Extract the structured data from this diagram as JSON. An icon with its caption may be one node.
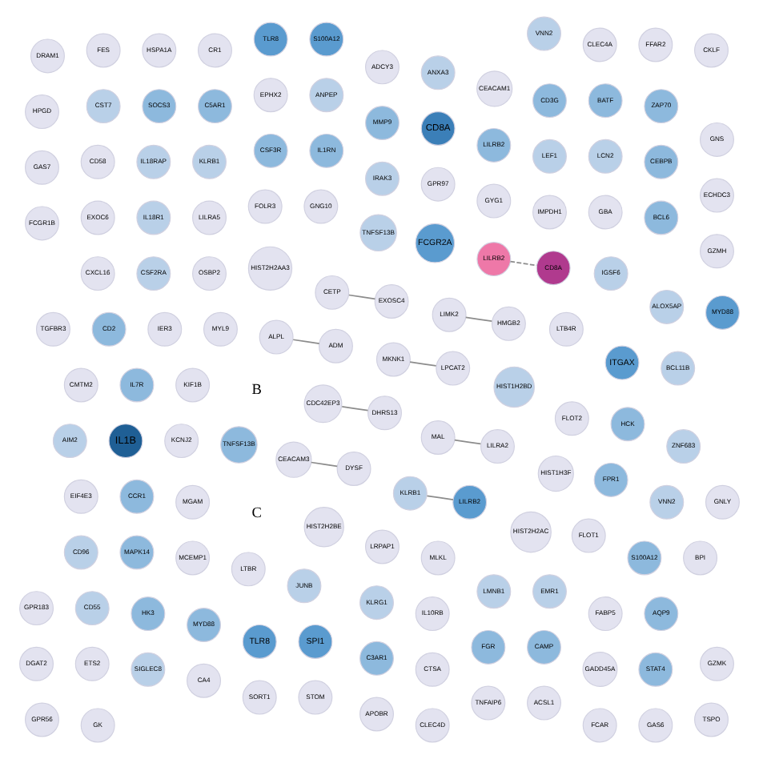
{
  "diagram": {
    "nodes": [
      {
        "text": [
          "MYL9"
        ]
      },
      {
        "text": [
          "MKNK1"
        ]
      },
      {
        "text": [
          "MAL"
        ]
      },
      {
        "text": [
          "LPCAT2"
        ]
      },
      {
        "text": [
          "LRPAP1"
        ]
      },
      {
        "text": [
          "LILRA2"
        ]
      },
      {
        "text": [
          "LIMK2"
        ]
      },
      {
        "text": [
          "HMGB2"
        ]
      },
      {
        "text": [
          "LILRA5"
        ]
      },
      {
        "text": [
          "OSBP2"
        ]
      },
      {
        "text": [
          "MLKL"
        ]
      },
      {
        "text": [
          "IMPDH1"
        ]
      },
      {
        "text": [
          "HIST1H3F"
        ]
      },
      {
        "text": [
          "GNG10"
        ]
      },
      {
        "text": [
          "FOLR3"
        ]
      },
      {
        "text": [
          "GYG1"
        ]
      },
      {
        "text": [
          "KIF1B"
        ]
      },
      {
        "text": [
          "MGAM"
        ]
      },
      {
        "text": [
          "MCEMP1"
        ]
      },
      {
        "text": [
          "LTBR"
        ]
      },
      {
        "text": [
          "LTB4R"
        ]
      },
      {
        "text": [
          "FLOT2"
        ]
      },
      {
        "text": [
          "KCNJ2"
        ]
      },
      {
        "text": [
          "GPR97"
        ]
      },
      {
        "text": [
          "JUNB"
        ]
      },
      {
        "text": [
          "HIST1H2BD"
        ]
      },
      {
        "text": [
          "LMNB1"
        ]
      },
      {
        "text": [
          "EMR1"
        ]
      },
      {
        "text": [
          "IRAK3"
        ]
      },
      {
        "text": [
          "FLOT1"
        ]
      },
      {
        "text": [
          "IER3"
        ]
      },
      {
        "text": [
          "KLRG1"
        ]
      },
      {
        "text": [
          "KLRB1"
        ]
      },
      {
        "text": [
          "IL18RAP"
        ]
      },
      {
        "text": [
          "IL18R1"
        ]
      },
      {
        "text": [
          "CSF2RA"
        ]
      },
      {
        "text": [
          "IL10RB"
        ]
      },
      {
        "text": [
          "FABP5"
        ]
      },
      {
        "text": [
          "GBA"
        ]
      },
      {
        "text": [
          "LCN2"
        ]
      },
      {
        "text": [
          "LEF1"
        ]
      },
      {
        "text": [
          "HK3"
        ]
      },
      {
        "text": [
          "FPR1"
        ]
      },
      {
        "text": [
          "IGSF6"
        ]
      },
      {
        "text": [
          "IL1RN"
        ]
      },
      {
        "text": [
          "CSF3R"
        ]
      },
      {
        "text": [
          "LILRB2"
        ]
      },
      {
        "text": [
          "IL7R"
        ]
      },
      {
        "text": [
          "CCR1"
        ]
      },
      {
        "text": [
          "MAPK14"
        ]
      },
      {
        "text": [
          "MYD88"
        ]
      },
      {
        "text": [
          "FCGR2A"
        ]
      },
      {
        "text": [
          "ITGAX"
        ]
      },
      {
        "text": [
          "HCK"
        ]
      },
      {
        "text": [
          "IL1B"
        ]
      },
      {
        "text": [
          "CD8A"
        ]
      },
      {
        "text": [
          "TLR8"
        ]
      },
      {
        "text": [
          "SPI1"
        ]
      },
      {
        "text": [
          "FGR"
        ]
      },
      {
        "text": [
          "CAMP"
        ]
      },
      {
        "text": [
          "MMP9"
        ]
      },
      {
        "text": [
          "S100A12"
        ]
      },
      {
        "text": [
          "CD2"
        ]
      },
      {
        "text": [
          "C3AR1"
        ]
      },
      {
        "text": [
          "C5AR1"
        ]
      },
      {
        "text": [
          "SOCS3"
        ]
      },
      {
        "text": [
          "CST7"
        ]
      },
      {
        "text": [
          "CD58"
        ]
      },
      {
        "text": [
          "EXOC6"
        ]
      },
      {
        "text": [
          "CXCL16"
        ]
      },
      {
        "text": [
          "CTSA"
        ]
      },
      {
        "text": [
          "GADD45A"
        ]
      },
      {
        "text": [
          "STAT4"
        ]
      },
      {
        "text": [
          "AQP9"
        ]
      },
      {
        "text": [
          "BCL6"
        ]
      },
      {
        "text": [
          "CEBPB"
        ]
      },
      {
        "text": [
          "TNFSF13B"
        ]
      },
      {
        "text": [
          "ZAP70"
        ]
      },
      {
        "text": [
          "BATF"
        ]
      },
      {
        "text": [
          "CD3G"
        ]
      },
      {
        "text": [
          "CD55"
        ]
      },
      {
        "text": [
          "ETS2"
        ]
      },
      {
        "text": [
          "CETP"
        ]
      },
      {
        "text": [
          "EXOSC4"
        ]
      },
      {
        "text": [
          "SIGLEC8"
        ]
      },
      {
        "text": [
          "VNN2"
        ]
      },
      {
        "text": [
          "ALOX5AP"
        ]
      },
      {
        "text": [
          "ANPEP"
        ]
      },
      {
        "text": [
          "EPHX2"
        ]
      },
      {
        "text": [
          "CEACAM1"
        ]
      },
      {
        "text": [
          "CMTM2"
        ]
      },
      {
        "text": [
          "EIF4E3"
        ]
      },
      {
        "text": [
          "CD96"
        ]
      },
      {
        "text": [
          "CA4"
        ]
      },
      {
        "text": [
          "BCL11B"
        ]
      },
      {
        "text": [
          "ZNF683"
        ]
      },
      {
        "text": [
          "AIM2"
        ]
      },
      {
        "text": [
          "ANXA3"
        ]
      },
      {
        "text": [
          "SORT1"
        ]
      },
      {
        "text": [
          "STOM"
        ]
      },
      {
        "text": [
          "TNFAIP6"
        ]
      },
      {
        "text": [
          "ACSL1"
        ]
      },
      {
        "text": [
          "ADCY3"
        ]
      },
      {
        "text": [
          "BPI"
        ]
      },
      {
        "text": [
          "CEACAM3"
        ]
      },
      {
        "text": [
          "DYSF"
        ]
      },
      {
        "text": [
          "TGFBR3"
        ]
      },
      {
        "text": [
          "ALPL"
        ]
      },
      {
        "text": [
          "APOBR"
        ]
      },
      {
        "text": [
          "CDC42EP3"
        ]
      },
      {
        "text": [
          "DRAM1"
        ]
      },
      {
        "text": [
          "TSPO"
        ]
      },
      {
        "text": [
          "ADM"
        ]
      },
      {
        "text": [
          "CKLF"
        ]
      },
      {
        "text": [
          "DHRS13"
        ]
      },
      {
        "text": [
          "HIST2H2BE"
        ]
      },
      {
        "text": [
          "CR1"
        ]
      },
      {
        "text": [
          "HSPA1A"
        ]
      },
      {
        "text": [
          "FES"
        ]
      },
      {
        "text": [
          "HPGD"
        ]
      },
      {
        "text": [
          "GAS7"
        ]
      },
      {
        "text": [
          "FCGR1B"
        ]
      },
      {
        "text": [
          "GPR56"
        ]
      },
      {
        "text": [
          "HIST2H2AA3"
        ]
      },
      {
        "text": [
          "HIST2H2AC"
        ]
      },
      {
        "text": [
          "CLEC4D"
        ]
      },
      {
        "text": [
          "FCAR"
        ]
      },
      {
        "text": [
          "GAS6"
        ]
      },
      {
        "text": [
          "GZMK"
        ]
      },
      {
        "text": [
          "GZMH"
        ]
      },
      {
        "text": [
          "ECHDC3"
        ]
      },
      {
        "text": [
          "GNS"
        ]
      },
      {
        "text": [
          "FFAR2"
        ]
      },
      {
        "text": [
          "CLEC4A"
        ]
      },
      {
        "text": [
          "GPR183"
        ]
      },
      {
        "text": [
          "DGAT2"
        ]
      },
      {
        "text": [
          "GK"
        ]
      },
      {
        "text": [
          "GNLY"
        ]
      },
      {
        "text": [
          "KLRB1"
        ]
      },
      {
        "text": [
          "LILRB2"
        ]
      },
      {
        "text": [
          "MYD88"
        ]
      },
      {
        "text": [
          "S100A12"
        ]
      },
      {
        "text": [
          "TLR8"
        ]
      },
      {
        "text": [
          "TNFSF13B"
        ]
      },
      {
        "text": [
          "VNN2"
        ]
      },
      {
        "text": [
          "LILRB2"
        ]
      },
      {
        "text": [
          "CD8A"
        ]
      }
    ],
    "edges": [
      {
        "from": 1,
        "to": 3,
        "arrow": "none"
      },
      {
        "from": 2,
        "to": 5,
        "arrow": "none"
      },
      {
        "from": 6,
        "to": 7,
        "arrow": "none"
      },
      {
        "from": 112,
        "to": 107,
        "arrow": "none"
      },
      {
        "from": 114,
        "to": 109,
        "arrow": "none"
      },
      {
        "from": 83,
        "to": 82,
        "arrow": "none"
      },
      {
        "from": 105,
        "to": 104,
        "arrow": "none"
      },
      {
        "from": 139,
        "to": 138,
        "arrow": "none"
      },
      {
        "from": 145,
        "to": 146,
        "arrow": "none",
        "style": "dashed"
      }
    ],
    "labels": [
      "B",
      "C"
    ]
  }
}
